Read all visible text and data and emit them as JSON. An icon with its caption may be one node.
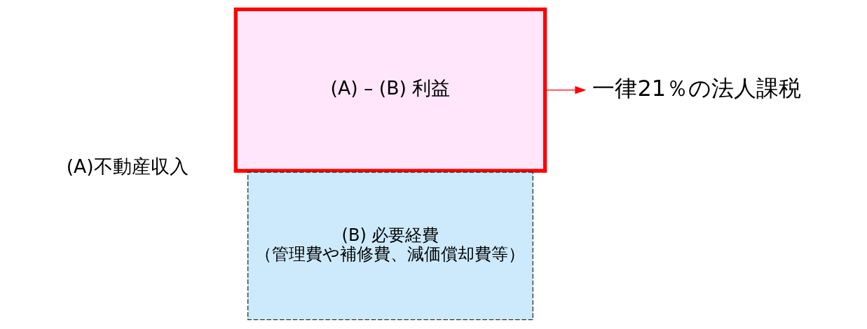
{
  "diagram": {
    "nodes": [
      {
        "text": [
          "(A) – (B) 利益"
        ]
      },
      {
        "text": [
          "(B) 必要経費",
          "（管理費や補修費、減価償却費等）"
        ]
      },
      {
        "text": [
          "一律21％の法人課税"
        ]
      }
    ],
    "edges": [
      {
        "from": 0,
        "to": 2,
        "arrow": "to",
        "color": "#ff0000"
      }
    ],
    "labels": [
      "(A)不動産収入"
    ]
  }
}
